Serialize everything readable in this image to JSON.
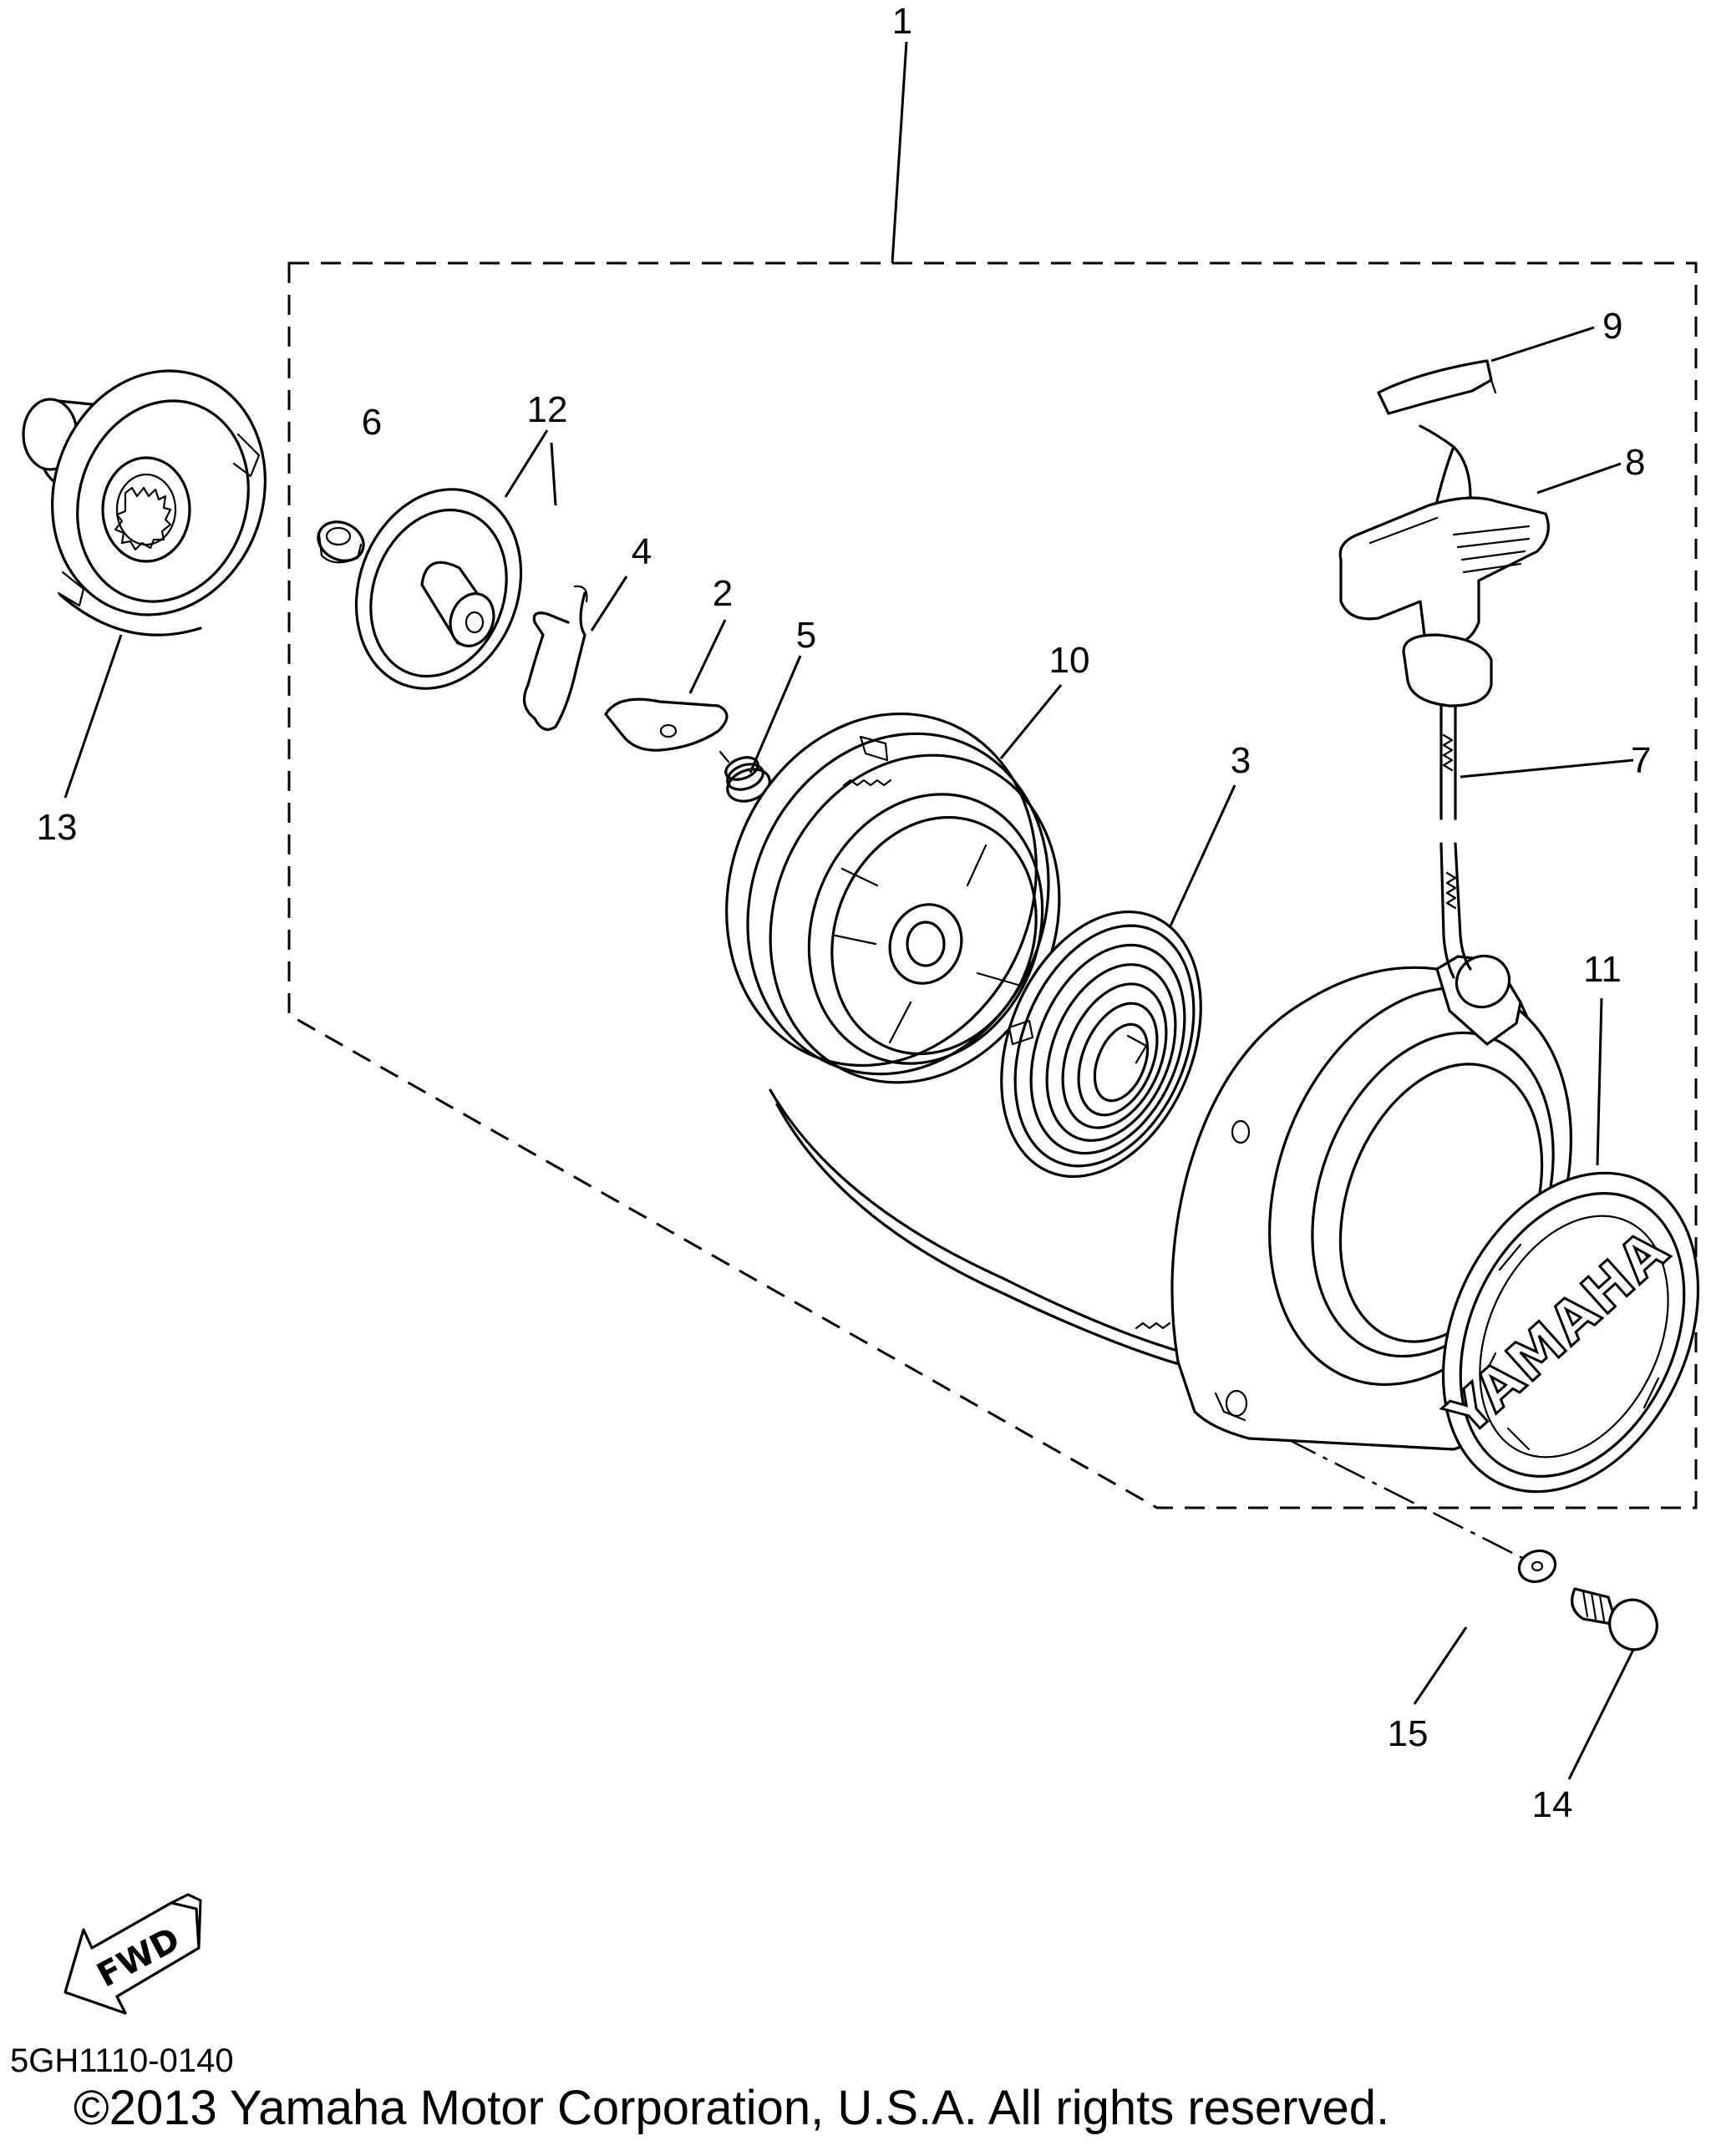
{
  "diagram": {
    "code": "5GH1110-0140",
    "copyright": "©2013 Yamaha Motor Corporation, U.S.A. All rights reserved.",
    "fwd_label": "FWD",
    "logo_text": "YAMAHA"
  },
  "callouts": [
    {
      "id": "1",
      "label": "1"
    },
    {
      "id": "2",
      "label": "2"
    },
    {
      "id": "3",
      "label": "3"
    },
    {
      "id": "4",
      "label": "4"
    },
    {
      "id": "5",
      "label": "5"
    },
    {
      "id": "6",
      "label": "6"
    },
    {
      "id": "7",
      "label": "7"
    },
    {
      "id": "8",
      "label": "8"
    },
    {
      "id": "9",
      "label": "9"
    },
    {
      "id": "10",
      "label": "10"
    },
    {
      "id": "11",
      "label": "11"
    },
    {
      "id": "12",
      "label": "12"
    },
    {
      "id": "13",
      "label": "13"
    },
    {
      "id": "14",
      "label": "14"
    },
    {
      "id": "15",
      "label": "15"
    }
  ]
}
